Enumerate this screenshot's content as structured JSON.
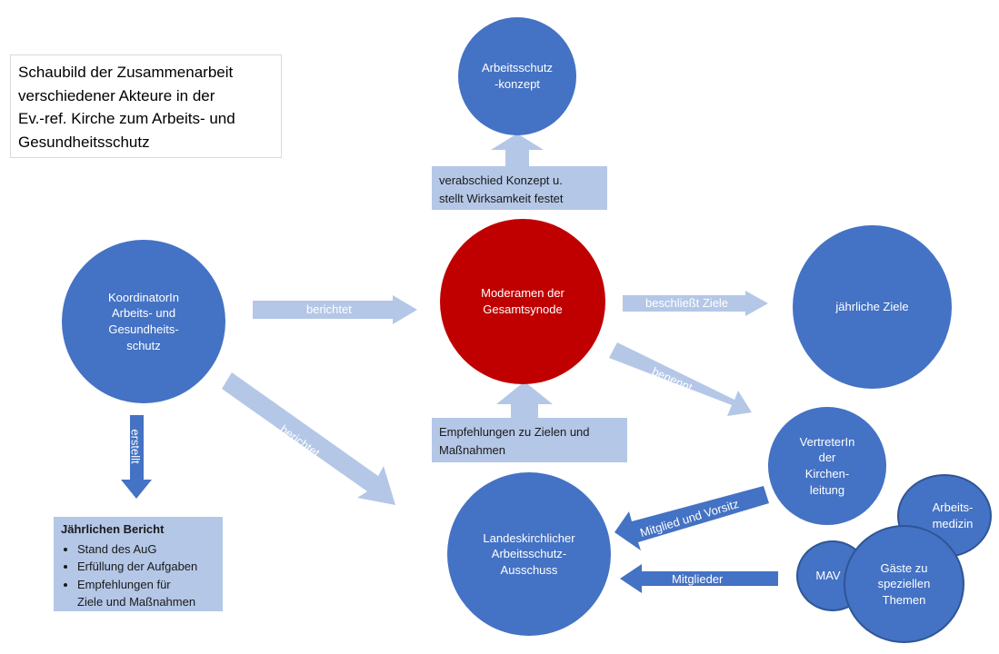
{
  "title": "Schaubild der Zusammenarbeit\nverschiedener  Akteure in der\nEv.-ref. Kirche zum Arbeits- und\nGesundheitsschutz",
  "nodes": {
    "arbeitsschutzkonzept": "Arbeitsschutz\n-konzept",
    "koordinator": "KoordinatorIn\nArbeits- und\nGesundheits-\nschutz",
    "moderamen": "Moderamen der\nGesamtsynode",
    "jaehrliche_ziele": "jährliche Ziele",
    "vertreter": "VertreterIn\nder\nKirchen-\nleitung",
    "ausschuss": "Landeskirchlicher\nArbeitsschutz-\nAusschuss",
    "arbeitsmedizin": "Arbeits-\nmedizin",
    "mav": "MAV",
    "gaeste": "Gäste zu\nspeziellen\nThemen"
  },
  "boxes": {
    "verabschied": "verabschied Konzept u.\nstellt Wirksamkeit festet",
    "empfehlungen": "Empfehlungen zu Zielen und\nMaßnahmen"
  },
  "report": {
    "heading": "Jährlichen Bericht",
    "items": [
      "Stand des AuG",
      "Erfüllung der Aufgaben",
      "Empfehlungen für\nZiele und Maßnahmen"
    ]
  },
  "arrow_labels": {
    "berichtet_1": "berichtet",
    "berichtet_2": "berichtet",
    "erstellt": "erstellt",
    "beschliesst": "beschließt Ziele",
    "benennt": "benennt",
    "mitglied_vorsitz": "Mitglied und Vorsitz",
    "mitglieder": "Mitglieder"
  },
  "colors": {
    "node_blue": "#4472c4",
    "node_red": "#c00000",
    "arrow_light": "#b4c7e7",
    "arrow_dark": "#4472c4"
  }
}
